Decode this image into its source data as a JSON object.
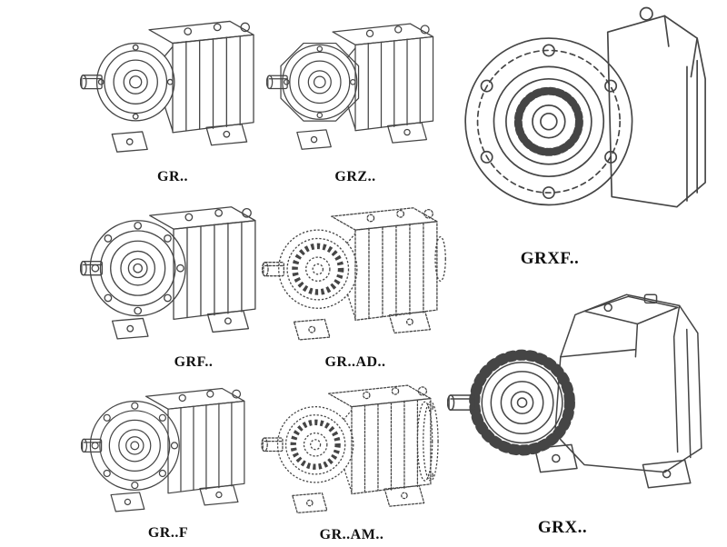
{
  "diagram": {
    "kind": "gear-reducer-series-line-drawings",
    "colors": {
      "background": "#ffffff",
      "line": "#454545",
      "ghost_line": "#c6c6c6",
      "label": "#101010"
    },
    "figures": [
      {
        "label": "GR..",
        "variant": "foot-mounted",
        "finish": "solid"
      },
      {
        "label": "GRZ..",
        "variant": "foot-mounted-octagon",
        "finish": "solid"
      },
      {
        "label": "GRXF..",
        "variant": "flange-front-view",
        "finish": "solid"
      },
      {
        "label": "GRF..",
        "variant": "flange-foot-mounted",
        "finish": "solid"
      },
      {
        "label": "GR..AD..",
        "variant": "input-adapter",
        "finish": "ghost"
      },
      {
        "label": "GR..F",
        "variant": "flange-foot-mounted",
        "finish": "solid"
      },
      {
        "label": "GR..AM..",
        "variant": "adapter-with-flange",
        "finish": "ghost"
      },
      {
        "label": "GRX..",
        "variant": "large-foot-mounted",
        "finish": "solid"
      }
    ]
  }
}
